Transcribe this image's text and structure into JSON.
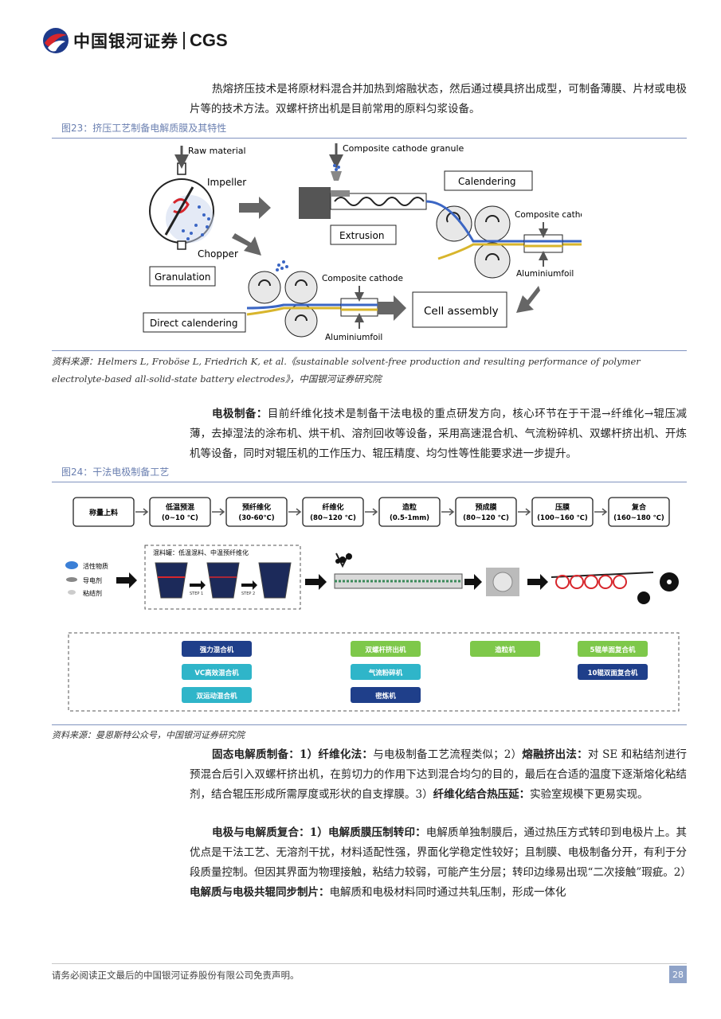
{
  "header": {
    "logo_cn": "中国银河证券",
    "logo_en": "CGS"
  },
  "paragraphs": {
    "p1": "热熔挤压技术是将原材料混合并加热到熔融状态，然后通过模具挤出成型，可制备薄膜、片材或电极片等的技术方法。双螺杆挤出机是目前常用的原料匀浆设备。",
    "p2_bold": "电极制备：",
    "p2": "目前纤维化技术是制备干法电极的重点研发方向，核心环节在于干混→纤维化→辊压减薄，去掉湿法的涂布机、烘干机、溶剂回收等设备，采用高速混合机、气流粉碎机、双螺杆挤出机、开炼机等设备，同时对辊压机的工作压力、辊压精度、均匀性等性能要求进一步提升。",
    "p3_bold1": "固态电解质制备：1）纤维化法：",
    "p3_t1": "与电极制备工艺流程类似；2）",
    "p3_bold2": "熔融挤出法：",
    "p3_t2": "对 SE 和粘结剂进行预混合后引入双螺杆挤出机，在剪切力的作用下达到混合均匀的目的，最后在合适的温度下逐渐熔化粘结剂，结合辊压形成所需厚度或形状的自支撑膜。3）",
    "p3_bold3": "纤维化结合热压延：",
    "p3_t3": "实验室规模下更易实现。",
    "p4_bold1": "电极与电解质复合：1）电解质膜压制转印：",
    "p4_t1": "电解质单独制膜后，通过热压方式转印到电极片上。其优点是干法工艺、无溶剂干扰，材料适配性强，界面化学稳定性较好；且制膜、电极制备分开，有利于分段质量控制。但因其界面为物理接触，粘结力较弱，可能产生分层；转印边缘易出现“二次接触”瑕疵。2）",
    "p4_bold2": "电解质与电极共辊同步制片：",
    "p4_t2": "电解质和电极材料同时通过共轧压制，形成一体化"
  },
  "figure23": {
    "title": "图23：挤压工艺制备电解质膜及其特性",
    "labels": {
      "raw_material": "Raw material",
      "impeller": "Impeller",
      "chopper": "Chopper",
      "granulation": "Granulation",
      "composite_granule": "Composite cathode granule",
      "extrusion": "Extrusion",
      "calendering": "Calendering",
      "composite_cathode_right": "Composite cathode",
      "aluminiumfoil_right": "Aluminiumfoil",
      "composite_cathode_bottom": "Composite cathode",
      "aluminiumfoil_bottom": "Aluminiumfoil",
      "cell_assembly": "Cell assembly",
      "direct_calendering": "Direct calendering"
    },
    "source": "资料来源：Helmers L, Froböse L, Friedrich K, et al.《sustainable solvent-free production and resulting performance of polymer electrolyte-based all-solid-state battery electrodes》，中国银河证券研究院"
  },
  "figure24": {
    "title": "图24：干法电极制备工艺",
    "steps": [
      {
        "name": "称量上料",
        "detail": ""
      },
      {
        "name": "低温预混",
        "detail": "(0~10 ℃)"
      },
      {
        "name": "预纤维化",
        "detail": "(30-60℃)"
      },
      {
        "name": "纤维化",
        "detail": "(80~120 ℃)"
      },
      {
        "name": "造粒",
        "detail": "(0.5-1mm)"
      },
      {
        "name": "预成膜",
        "detail": "(80~120 ℃)"
      },
      {
        "name": "压膜",
        "detail": "(100~160 ℃)"
      },
      {
        "name": "复合",
        "detail": "(160~180 ℃)"
      }
    ],
    "materials": [
      "活性物质",
      "导电剂",
      "粘结剂"
    ],
    "mix_label": "混料罐：低温混料、中温预纤维化",
    "step_labels": [
      "STEP 1",
      "STEP 2"
    ],
    "equipment": {
      "col1": [
        "强力混合机",
        "VC高效混合机",
        "双运动混合机"
      ],
      "col2": [
        "双螺杆挤出机",
        "气流粉碎机",
        "密炼机"
      ],
      "col3": [
        "造粒机"
      ],
      "col4": [
        "5辊单面复合机",
        "10辊双面复合机"
      ]
    },
    "source": "资料来源：曼恩斯特公众号，中国银河证券研究院"
  },
  "footer": {
    "disclaimer": "请务必阅读正文最后的中国银河证券股份有限公司免责声明。",
    "page": "28"
  }
}
